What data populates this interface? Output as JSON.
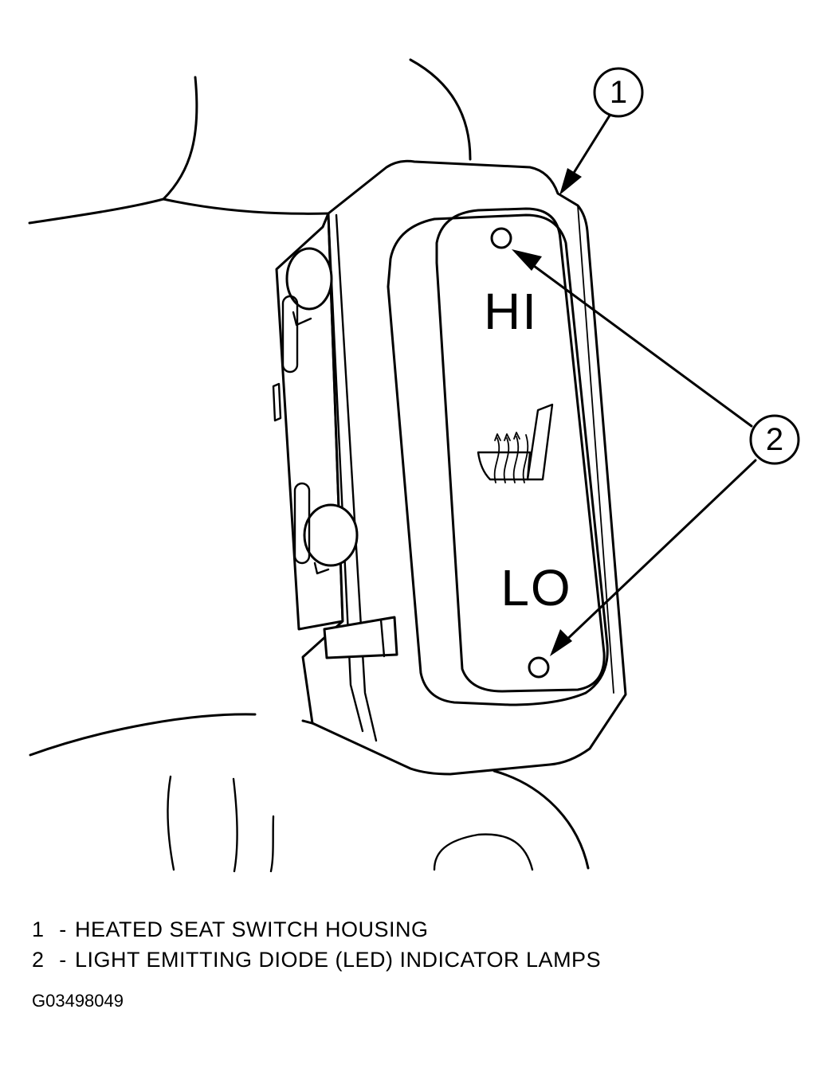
{
  "diagram": {
    "switch_labels": {
      "high": "HI",
      "low": "LO"
    },
    "callouts": [
      {
        "number": "1"
      },
      {
        "number": "2"
      }
    ],
    "icon": "heated-seat-icon"
  },
  "legend": [
    {
      "number": "1",
      "separator": "-",
      "text": "HEATED SEAT SWITCH HOUSING"
    },
    {
      "number": "2",
      "separator": "-",
      "text": "LIGHT EMITTING DIODE (LED) INDICATOR LAMPS"
    }
  ],
  "figure_id": "G03498049"
}
